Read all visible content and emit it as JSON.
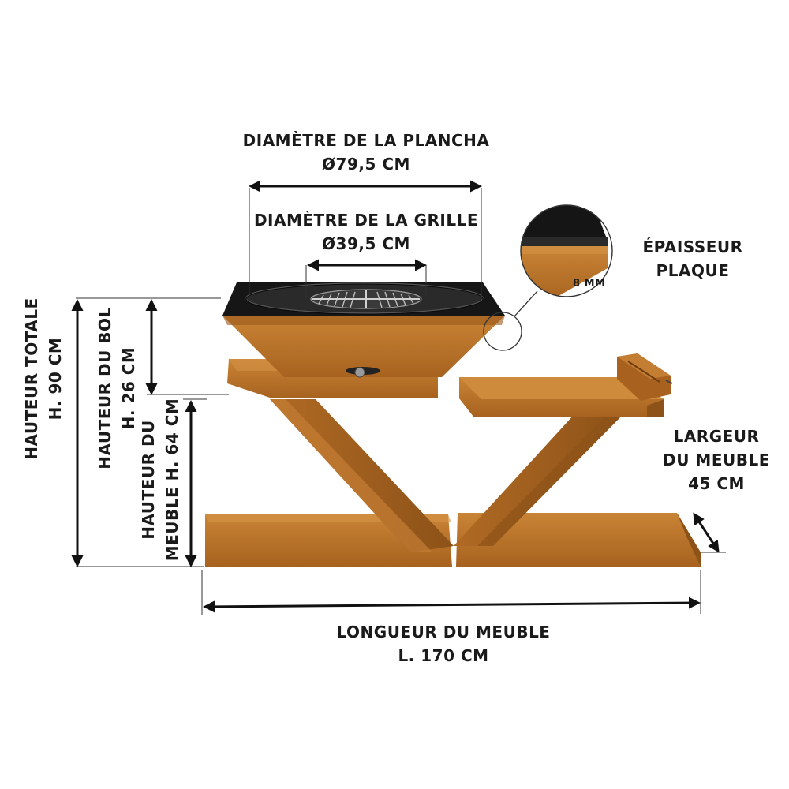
{
  "labels": {
    "plancha_title": "DIAMÈTRE DE LA PLANCHA",
    "plancha_value": "Ø79,5 CM",
    "grille_title": "DIAMÈTRE DE LA GRILLE",
    "grille_value": "Ø39,5 CM",
    "epaisseur_line1": "ÉPAISSEUR",
    "epaisseur_line2": "PLAQUE",
    "epaisseur_value": "8 MM",
    "hauteur_totale_line1": "HAUTEUR TOTALE",
    "hauteur_totale_line2": "H. 90 CM",
    "hauteur_bol_line1": "HAUTEUR DU BOL",
    "hauteur_bol_line2": "H. 26 CM",
    "hauteur_meuble_line1": "HAUTEUR DU",
    "hauteur_meuble_line2": "MEUBLE H. 64 CM",
    "largeur_line1": "LARGEUR",
    "largeur_line2": "DU MEUBLE",
    "largeur_line3": "45 CM",
    "longueur_line1": "LONGUEUR DU MEUBLE",
    "longueur_line2": "L. 170 CM"
  },
  "colors": {
    "corten": "#b8732a",
    "corten_dark": "#8a4f17",
    "corten_light": "#d0893a",
    "plate": "#151515",
    "ink": "#111111"
  }
}
